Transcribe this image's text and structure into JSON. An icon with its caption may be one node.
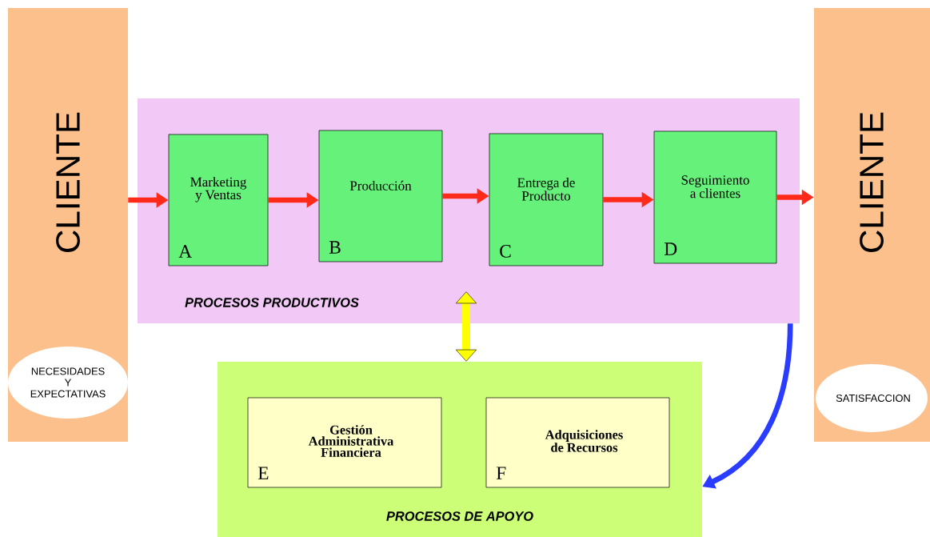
{
  "diagram": {
    "nodes": [
      {
        "text": [
          "CLIENTE"
        ]
      },
      {
        "text": [
          "NECESIDADES Y EXPECTATIVAS"
        ],
        "in": 0
      },
      {
        "text": [
          "PROCESOS PRODUCTIVOS"
        ]
      },
      {
        "text": [
          "Marketing y Ventas",
          "A"
        ],
        "in": 2
      },
      {
        "text": [
          "Producción",
          "B"
        ],
        "in": 2
      },
      {
        "text": [
          "Entrega de Producto",
          "C"
        ],
        "in": 2
      },
      {
        "text": [
          "Seguimiento a clientes",
          "D"
        ],
        "in": 2
      },
      {
        "text": [
          "CLIENTE"
        ]
      },
      {
        "text": [
          "SATISFACCION"
        ],
        "in": 7
      },
      {
        "text": [
          "PROCESOS DE APOYO"
        ]
      },
      {
        "text": [
          "Gestión Administrativa Financiera",
          "E"
        ],
        "in": 9
      },
      {
        "text": [
          "Adquisiciones de Recursos",
          "F"
        ],
        "in": 9
      }
    ],
    "edges": [
      {
        "from": 0,
        "to": 3,
        "arrow": "to"
      },
      {
        "from": 3,
        "to": 4,
        "arrow": "to"
      },
      {
        "from": 4,
        "to": 5,
        "arrow": "to"
      },
      {
        "from": 5,
        "to": 6,
        "arrow": "to"
      },
      {
        "from": 6,
        "to": 7,
        "arrow": "to"
      },
      {
        "from": 2,
        "to": 9,
        "arrow": "both",
        "color": "#ffff00"
      },
      {
        "from": 2,
        "to": 9,
        "arrow": "to",
        "color": "#2a3cff"
      }
    ]
  }
}
